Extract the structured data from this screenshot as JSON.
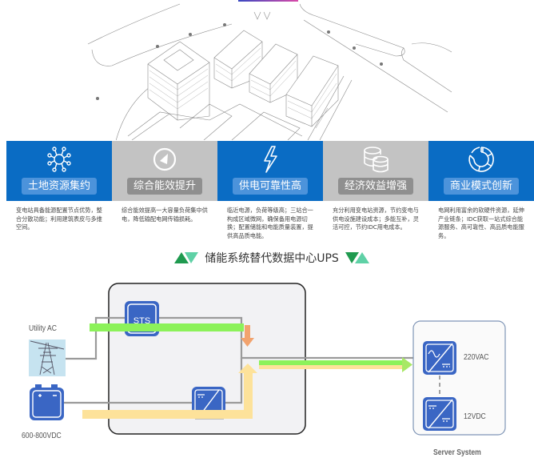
{
  "features": [
    {
      "icon": "network-hub-icon",
      "label": "土地资源集约",
      "style": "blue",
      "description": "变电站具备能源配置节点优势，整合分散功能；利用建筑表皮与多维空间。"
    },
    {
      "icon": "compass-icon",
      "label": "综合能效提升",
      "style": "gray",
      "description": "综合能效提高一大容量负荷集中供电，降低输配电网传输损耗。"
    },
    {
      "icon": "lightning-icon",
      "label": "供电可靠性高",
      "style": "blue",
      "description": "临近电源，负荷等级高；三站合一构成区域微网，确保备用电源切换；配置储能和电能质量装置，提供高品质电能。"
    },
    {
      "icon": "coins-stack-icon",
      "label": "经济效益增强",
      "style": "gray",
      "description": "充分利用变电站资源，节约变电与供电设施建设成本；多能互补，灵活可控，节约IDC用电成本。"
    },
    {
      "icon": "cycle-chart-icon",
      "label": "商业模式创新",
      "style": "blue",
      "description": "电网利用富余的软硬件资源，延伸产业链条；IDC获取一站式综合能源服务、高可靠性、高品质电能服务。"
    }
  ],
  "section_title": "储能系统替代数据中心UPS",
  "diagram": {
    "utility_label": "Utility AC",
    "battery_label": "600-800VDC",
    "sts_label": "STS",
    "server_system_label": "Server System",
    "psu_ac_label": "220VAC",
    "psu_dc_label": "12VDC",
    "colors": {
      "module_blue": "#3a66c4",
      "green_flow": "#8cf25a",
      "yellow_flow": "#fde29a",
      "orange_arrow": "#f2a36e",
      "wire_gray": "#9a9a9a"
    }
  }
}
